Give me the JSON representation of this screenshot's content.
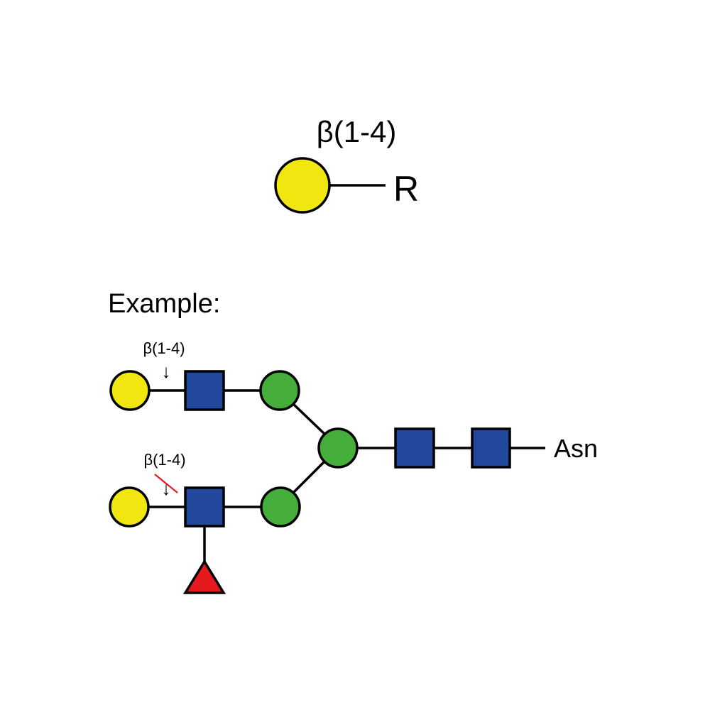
{
  "legend": {
    "linkage_label": "β(1-4)",
    "substituent_label": "R"
  },
  "example": {
    "heading": "Example:",
    "upper_linkage_label": "β(1-4)",
    "lower_linkage_label": "β(1-4)",
    "lower_linkage_status": "blocked",
    "root_label": "Asn"
  },
  "arrow_glyph": "↓",
  "colors": {
    "galactose": "#F1E60F",
    "glcnac": "#22489D",
    "mannose": "#45AE3B",
    "fucose": "#E51A1E",
    "blocked_linkage": "#E51A1E",
    "outline": "#000000"
  },
  "symbols": {
    "circle_yellow": "galactose",
    "square_blue": "N-acetylglucosamine",
    "circle_green": "mannose",
    "triangle_red": "fucose"
  }
}
